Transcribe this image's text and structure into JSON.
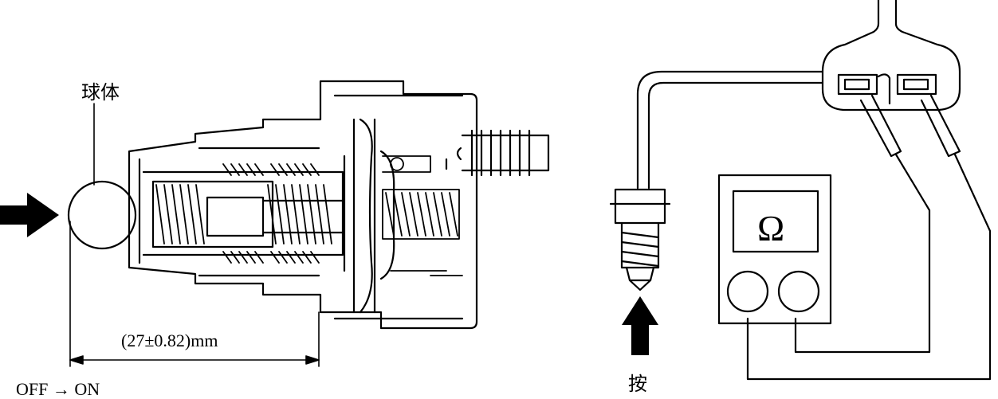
{
  "labels": {
    "ball": "球体",
    "dimension": "(27±0.82)mm",
    "switch_state": "OFF → ON",
    "press": "按",
    "ohm_symbol": "Ω"
  },
  "colors": {
    "ink": "#000000",
    "paper": "#ffffff"
  },
  "icons": {
    "push_arrow_left": "arrow-right-icon",
    "push_arrow_right": "arrow-up-icon"
  }
}
